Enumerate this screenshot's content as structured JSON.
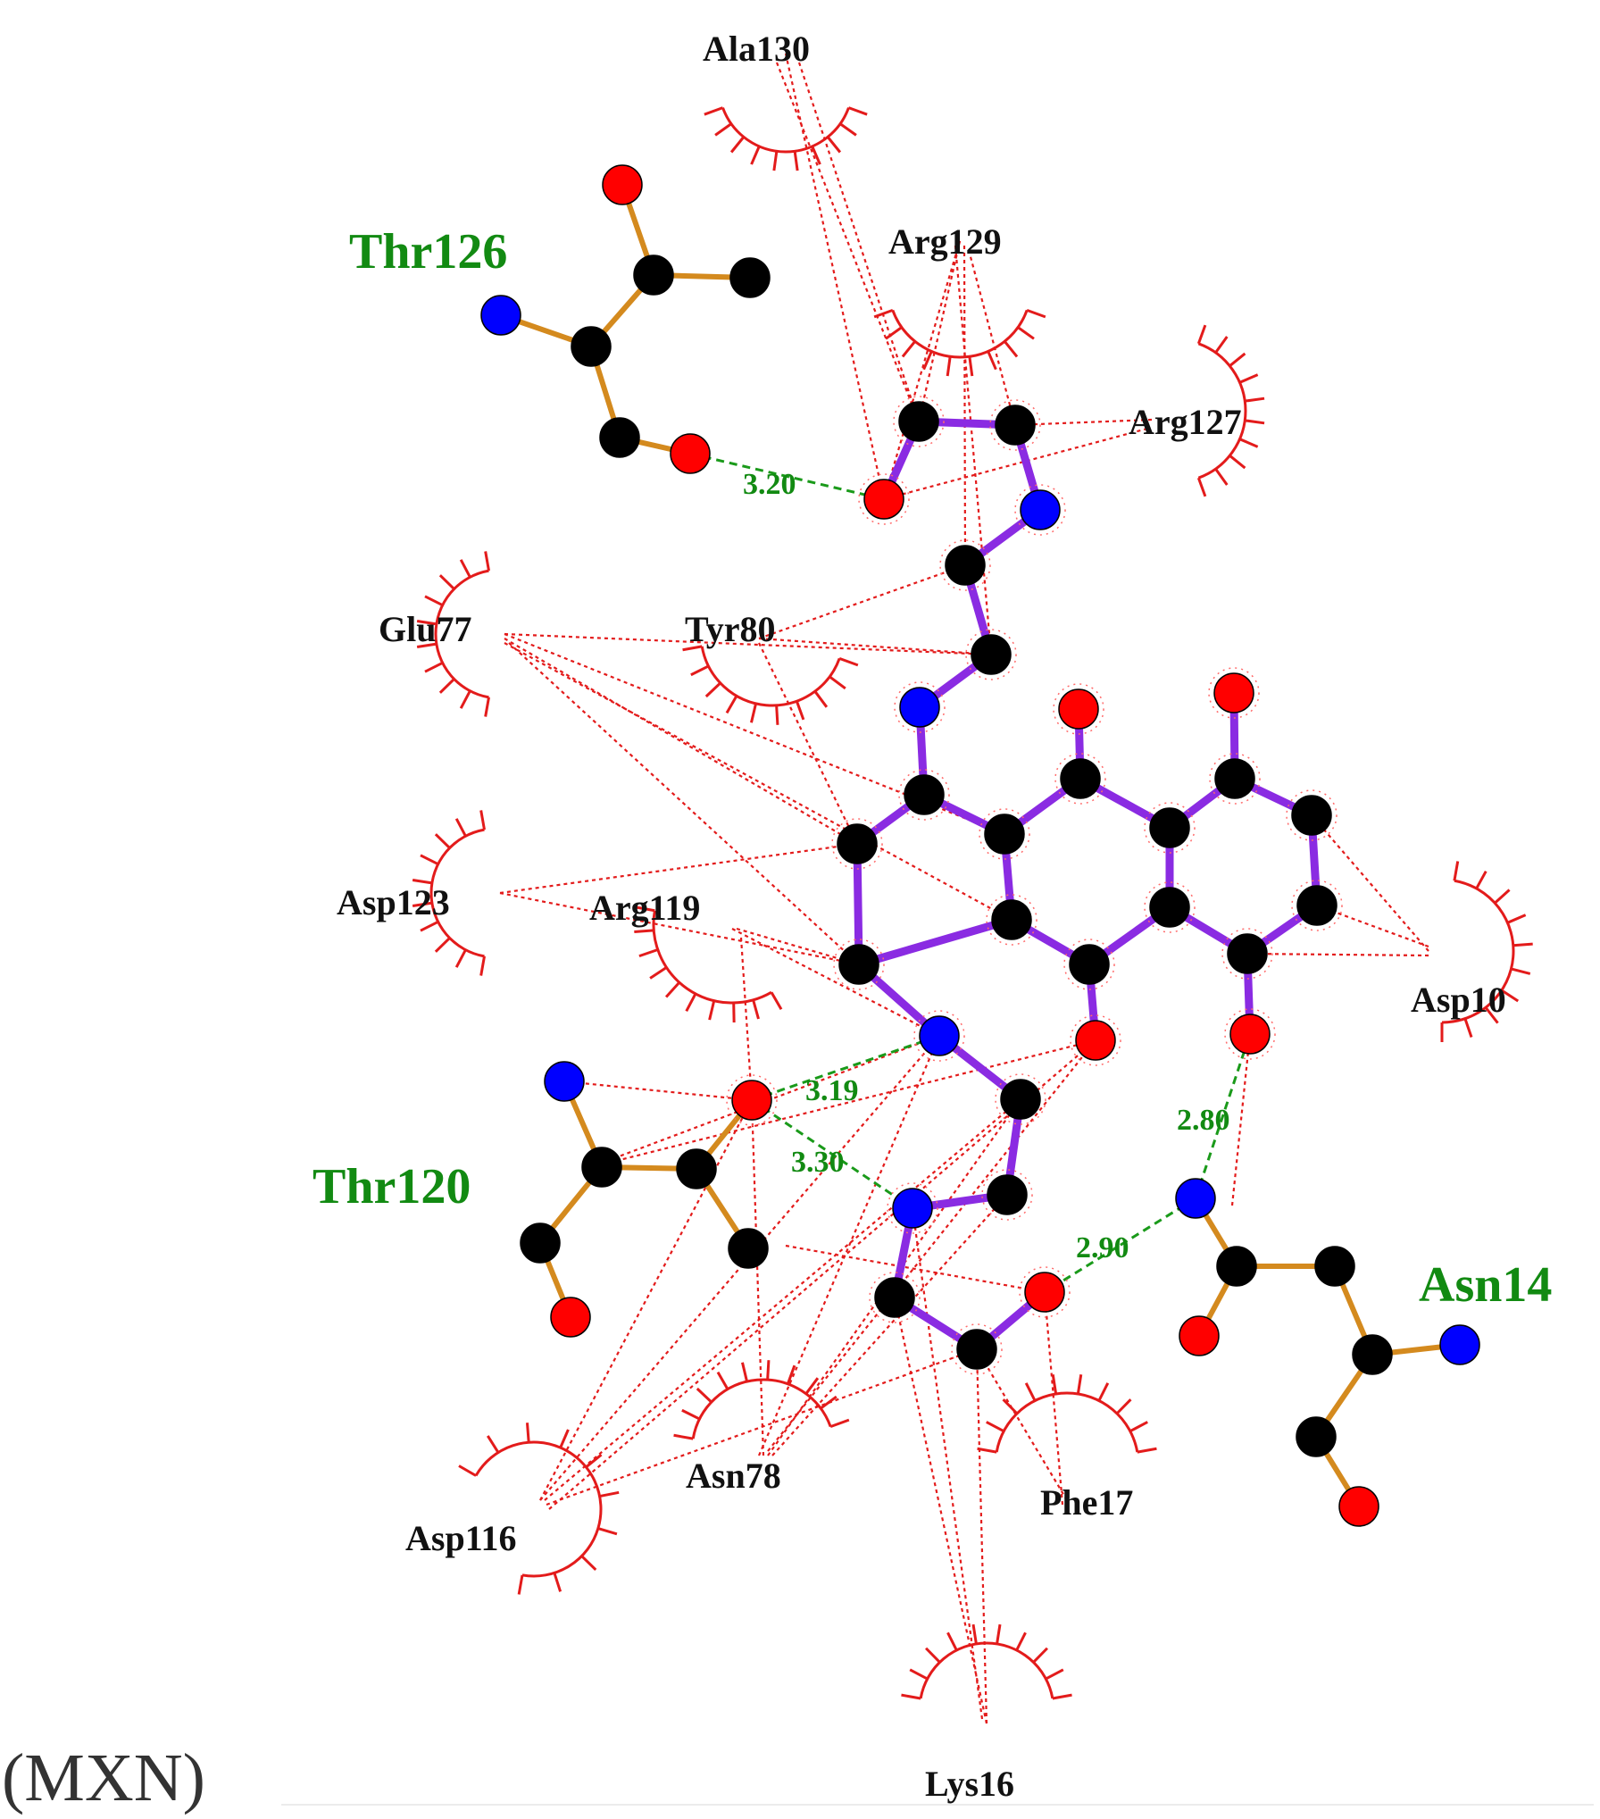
{
  "caption": "(MXN)",
  "hbond_residues": [
    {
      "id": "thr126",
      "label": "Thr126"
    },
    {
      "id": "thr120",
      "label": "Thr120"
    },
    {
      "id": "asn14",
      "label": "Asn14"
    }
  ],
  "hydrophobic_residues": [
    {
      "id": "ala130",
      "label": "Ala130"
    },
    {
      "id": "arg129",
      "label": "Arg129"
    },
    {
      "id": "arg127",
      "label": "Arg127"
    },
    {
      "id": "glu77",
      "label": "Glu77"
    },
    {
      "id": "tyr80",
      "label": "Tyr80"
    },
    {
      "id": "asp123",
      "label": "Asp123"
    },
    {
      "id": "arg119",
      "label": "Arg119"
    },
    {
      "id": "asp10",
      "label": "Asp10"
    },
    {
      "id": "asn78",
      "label": "Asn78"
    },
    {
      "id": "asp116",
      "label": "Asp116"
    },
    {
      "id": "phe17",
      "label": "Phe17"
    },
    {
      "id": "lys16",
      "label": "Lys16"
    }
  ],
  "hbond_distances": [
    {
      "id": "d1",
      "value": "3.20"
    },
    {
      "id": "d2",
      "value": "3.19"
    },
    {
      "id": "d3",
      "value": "3.30"
    },
    {
      "id": "d4",
      "value": "2.80"
    },
    {
      "id": "d5",
      "value": "2.90"
    }
  ],
  "colors": {
    "carbon": "#000000",
    "oxygen": "#ff0000",
    "nitrogen": "#0000ff",
    "ligand_bond": "#8a2be2",
    "residue_bond": "#d48a1e",
    "hbond": "#1a9a1a",
    "hydrophobic": "#e31b1b",
    "hbond_residue_label": "#128a12"
  }
}
